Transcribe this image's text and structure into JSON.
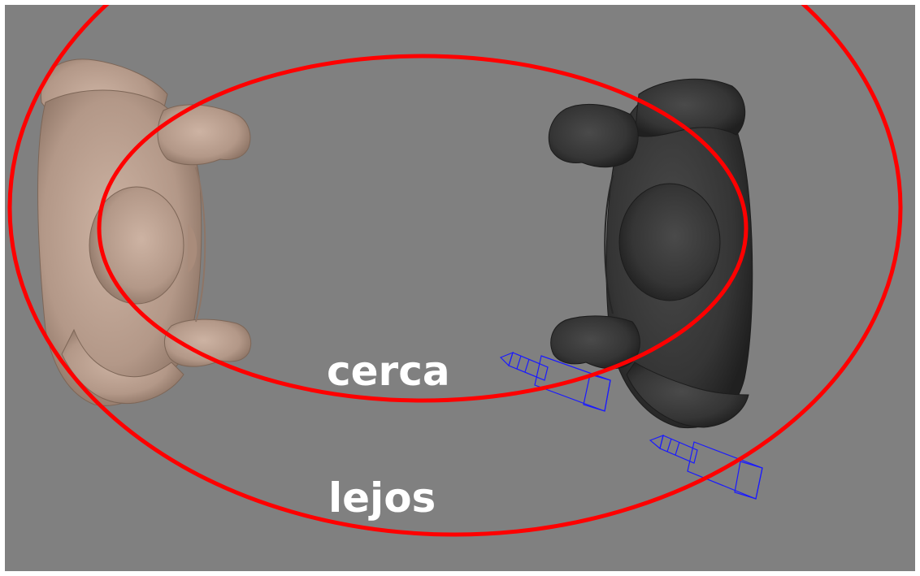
{
  "viewport": {
    "background_color": "#808080",
    "circle_color": "#ff0000",
    "camera_color": "#1a1aff",
    "labels": {
      "near": "cerca",
      "far": "lejos"
    }
  },
  "characters": [
    {
      "name": "light-figure",
      "color": "#b79d8c"
    },
    {
      "name": "dark-figure",
      "color": "#383838"
    }
  ]
}
